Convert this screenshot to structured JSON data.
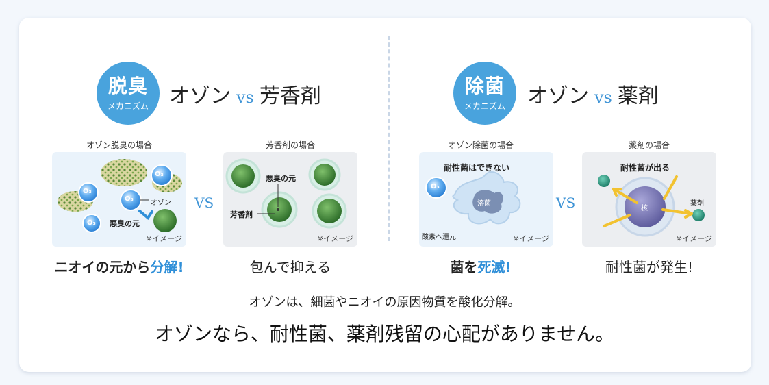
{
  "left": {
    "badge_main": "脱臭",
    "badge_sub": "メカニズム",
    "heading_a": "オゾン",
    "heading_vs": "vs",
    "heading_b": "芳香剤",
    "panel1": {
      "caption": "オゾン脱臭の場合",
      "o3_label": "O₃",
      "ozone_label": "オゾン",
      "source_label": "悪臭の元",
      "note": "※イメージ"
    },
    "mid_vs": "VS",
    "panel2": {
      "caption": "芳香剤の場合",
      "source_label": "悪臭の元",
      "aroma_label": "芳香剤",
      "note": "※イメージ"
    },
    "result1_pre": "ニオイの元から",
    "result1_hl": "分解",
    "result1_post": "!",
    "result2": "包んで抑える"
  },
  "right": {
    "badge_main": "除菌",
    "badge_sub": "メカニズム",
    "heading_a": "オゾン",
    "heading_vs": "vs",
    "heading_b": "薬剤",
    "panel1": {
      "caption": "オゾン除菌の場合",
      "title": "耐性菌はできない",
      "o3_label": "O₃",
      "bacteria_label": "溶菌",
      "oxygen_label": "酸素へ還元",
      "note": "※イメージ"
    },
    "mid_vs": "VS",
    "panel2": {
      "caption": "薬剤の場合",
      "title": "耐性菌が出る",
      "nucleus_label": "核",
      "drug_label": "薬剤",
      "note": "※イメージ"
    },
    "result1_pre": "菌を",
    "result1_hl": "死滅",
    "result1_post": "!",
    "result2": "耐性菌が発生!"
  },
  "summary_line1": "オゾンは、細菌やニオイの原因物質を酸化分解。",
  "summary_line2": "オゾンなら、耐性菌、薬剤残留の心配がありません。",
  "colors": {
    "accent_blue": "#49a3dd",
    "highlight_blue": "#2f8fd8",
    "bacteria_green": "#3d8a3a",
    "arrow_yellow": "#f2c230",
    "nucleus_purple": "#7d7bb5"
  }
}
